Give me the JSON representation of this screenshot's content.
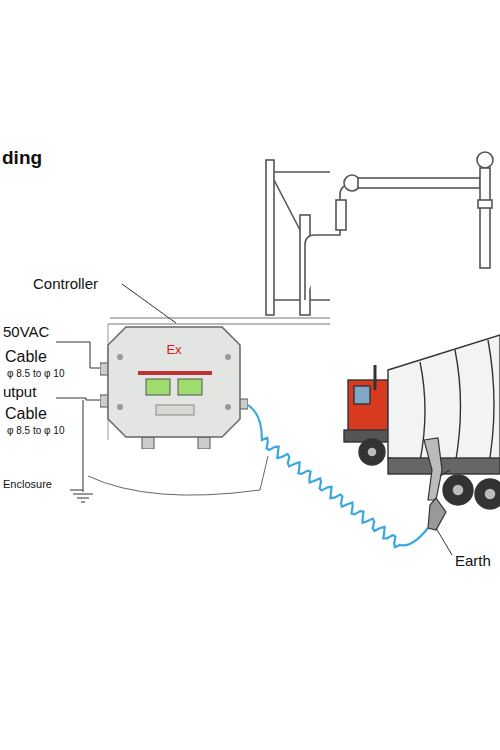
{
  "diagram": {
    "title": "ding",
    "nodes": [
      {
        "text": [
          "Ex"
        ]
      }
    ],
    "labels": [
      "Controller",
      "50VAC",
      "Cable",
      "φ 8.5 to φ 10",
      "utput",
      "Cable",
      "φ 8.5 to φ 10",
      "Enclosure",
      "Earth"
    ]
  }
}
